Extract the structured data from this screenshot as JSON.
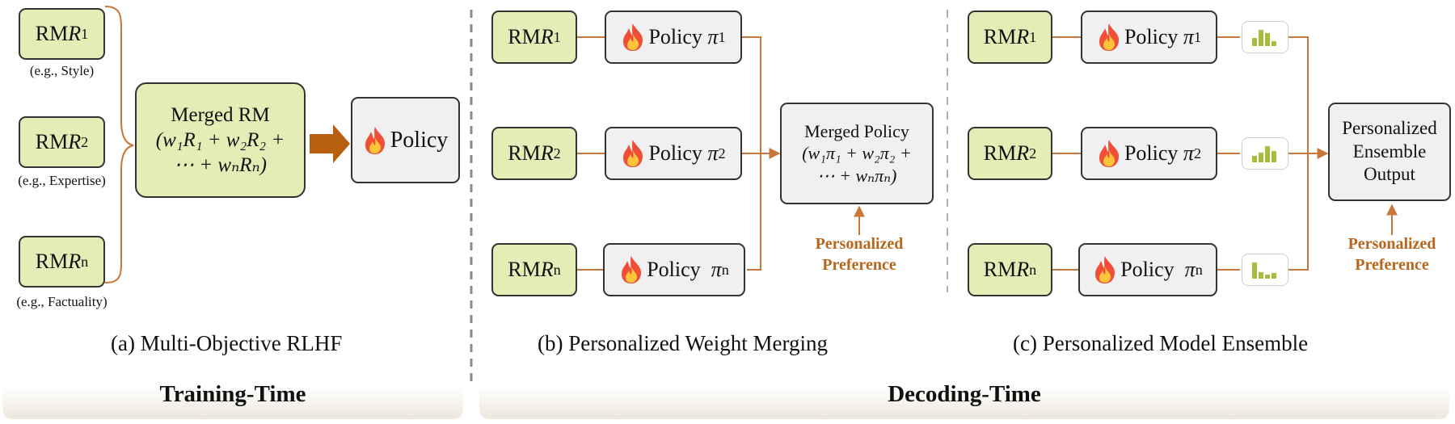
{
  "colors": {
    "rm_fill": "#e6ecb5",
    "policy_fill": "#f0f0f0",
    "connector": "#c8763a",
    "big_arrow": "#b85e0f",
    "pref_text": "#b8661b",
    "hist_bars": "#a8bb3a"
  },
  "panel_a": {
    "rms": [
      {
        "pre": "RM ",
        "var": "R",
        "sub": "1",
        "example": "(e.g., Style)"
      },
      {
        "pre": "RM ",
        "var": "R",
        "sub": "2",
        "example": "(e.g., Expertise)"
      },
      {
        "pre": "RM ",
        "var": "R",
        "sub": "n",
        "example": "(e.g., Factuality)"
      }
    ],
    "merged_title": "Merged RM",
    "merged_line1": "(w₁R₁ + w₂R₂ +",
    "merged_line2": "⋯ + wₙRₙ)",
    "policy_label": "Policy",
    "caption": "(a) Multi-Objective RLHF"
  },
  "panel_b": {
    "rms": [
      {
        "pre": "RM ",
        "var": "R",
        "sub": "1"
      },
      {
        "pre": "RM ",
        "var": "R",
        "sub": "2"
      },
      {
        "pre": "RM ",
        "var": "R",
        "sub": "n"
      }
    ],
    "policies": [
      {
        "pre": "Policy ",
        "var": "π",
        "sub": "1"
      },
      {
        "pre": "Policy ",
        "var": "π",
        "sub": "2"
      },
      {
        "pre": "Policy  ",
        "var": "π",
        "sub": "n"
      }
    ],
    "merged_title": "Merged Policy",
    "merged_line1": "(w₁π₁ + w₂π₂ +",
    "merged_line2": "⋯ + wₙπₙ)",
    "pref_line1": "Personalized",
    "pref_line2": "Preference",
    "caption": "(b) Personalized Weight Merging"
  },
  "panel_c": {
    "rms": [
      {
        "pre": "RM ",
        "var": "R",
        "sub": "1"
      },
      {
        "pre": "RM ",
        "var": "R",
        "sub": "2"
      },
      {
        "pre": "RM ",
        "var": "R",
        "sub": "n"
      }
    ],
    "policies": [
      {
        "pre": "Policy ",
        "var": "π",
        "sub": "1"
      },
      {
        "pre": "Policy ",
        "var": "π",
        "sub": "2"
      },
      {
        "pre": "Policy  ",
        "var": "π",
        "sub": "n"
      }
    ],
    "output_line1": "Personalized",
    "output_line2": "Ensemble",
    "output_line3": "Output",
    "pref_line1": "Personalized",
    "pref_line2": "Preference",
    "caption": "(c) Personalized Model Ensemble"
  },
  "phases": {
    "training": "Training-Time",
    "decoding": "Decoding-Time"
  },
  "icons": [
    "fire-icon",
    "histogram-icon"
  ]
}
